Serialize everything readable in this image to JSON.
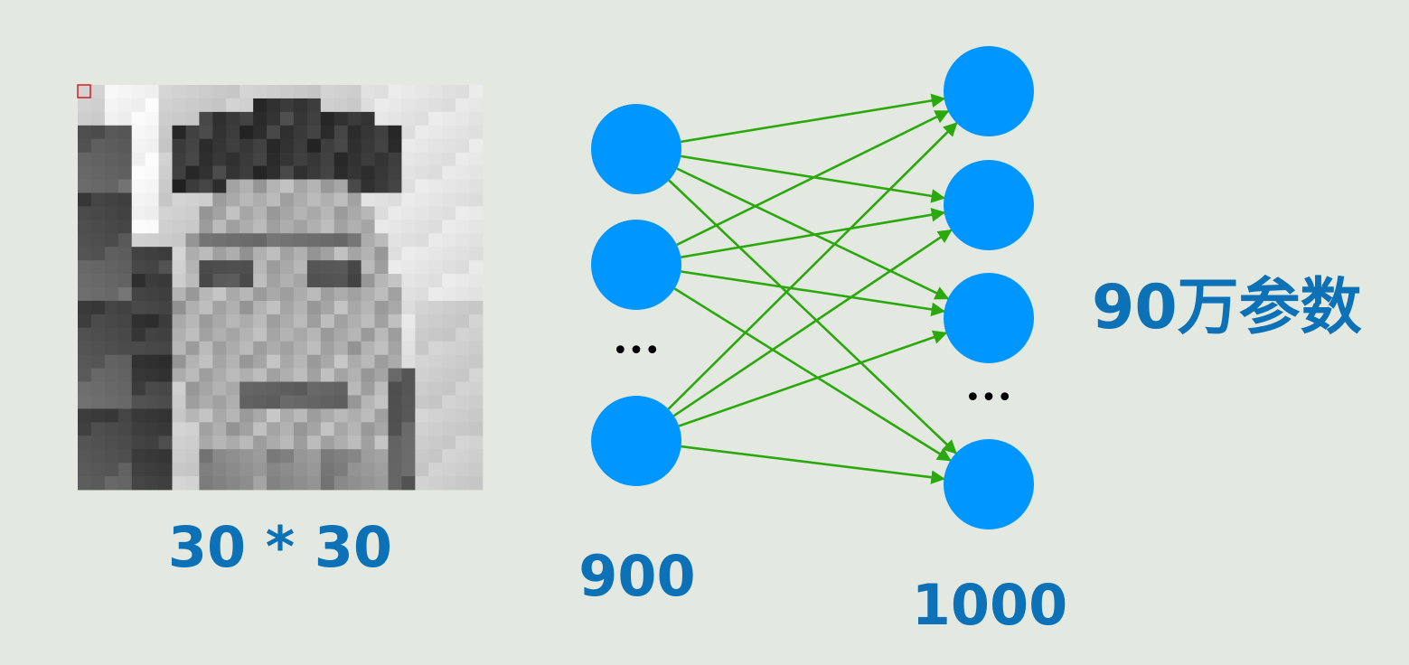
{
  "input_image": {
    "caption": "30 * 30",
    "grid_cells": 30,
    "selected_cell_color": "#d71f26"
  },
  "network": {
    "input_count_label": "900",
    "output_count_label": "1000",
    "input_nodes_visible": 3,
    "output_nodes_visible": 4,
    "ellipsis_glyph": "•••",
    "node_color": "#0096ff",
    "edge_color": "#2aa80c"
  },
  "parameters": {
    "label": "90万参数",
    "color": "#0c71b6"
  }
}
